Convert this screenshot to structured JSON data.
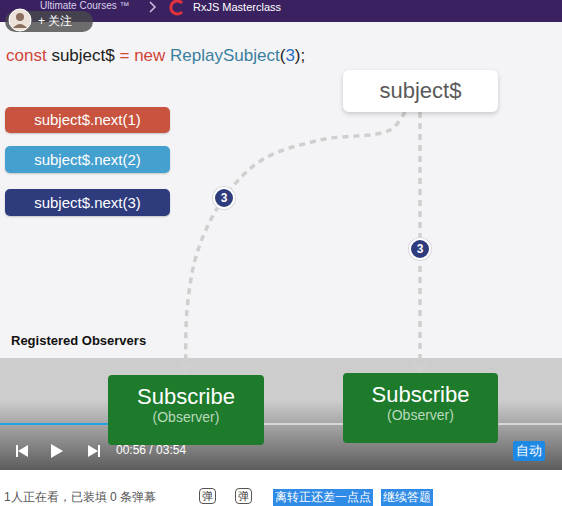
{
  "diagram": {
    "nodes": [
      {
        "text": [
          "subject$.next(1)"
        ]
      },
      {
        "text": [
          "subject$.next(2)"
        ]
      },
      {
        "text": [
          "subject$.next(3)"
        ]
      },
      {
        "text": [
          "subject$"
        ]
      },
      {
        "text": [
          "Subscribe",
          "(Observer)"
        ]
      },
      {
        "text": [
          "Subscribe",
          "(Observer)"
        ]
      }
    ],
    "edges": [
      {
        "from": 3,
        "to": 4,
        "label": "3",
        "arrow": "to"
      },
      {
        "from": 3,
        "to": 5,
        "label": "3",
        "arrow": "to"
      }
    ],
    "labels": [
      "Ultimate Courses ™",
      "+ 关注",
      "RxJS Masterclass",
      "const",
      "subject$",
      "=",
      "new",
      "ReplaySubject",
      "(",
      "3",
      ");",
      "Registered Observers",
      "00:56 / 03:54",
      "自动",
      "1人正在看，已装填 0 条弹幕",
      "弹",
      "弹",
      "离转正还差一点点",
      "继续答题"
    ]
  }
}
